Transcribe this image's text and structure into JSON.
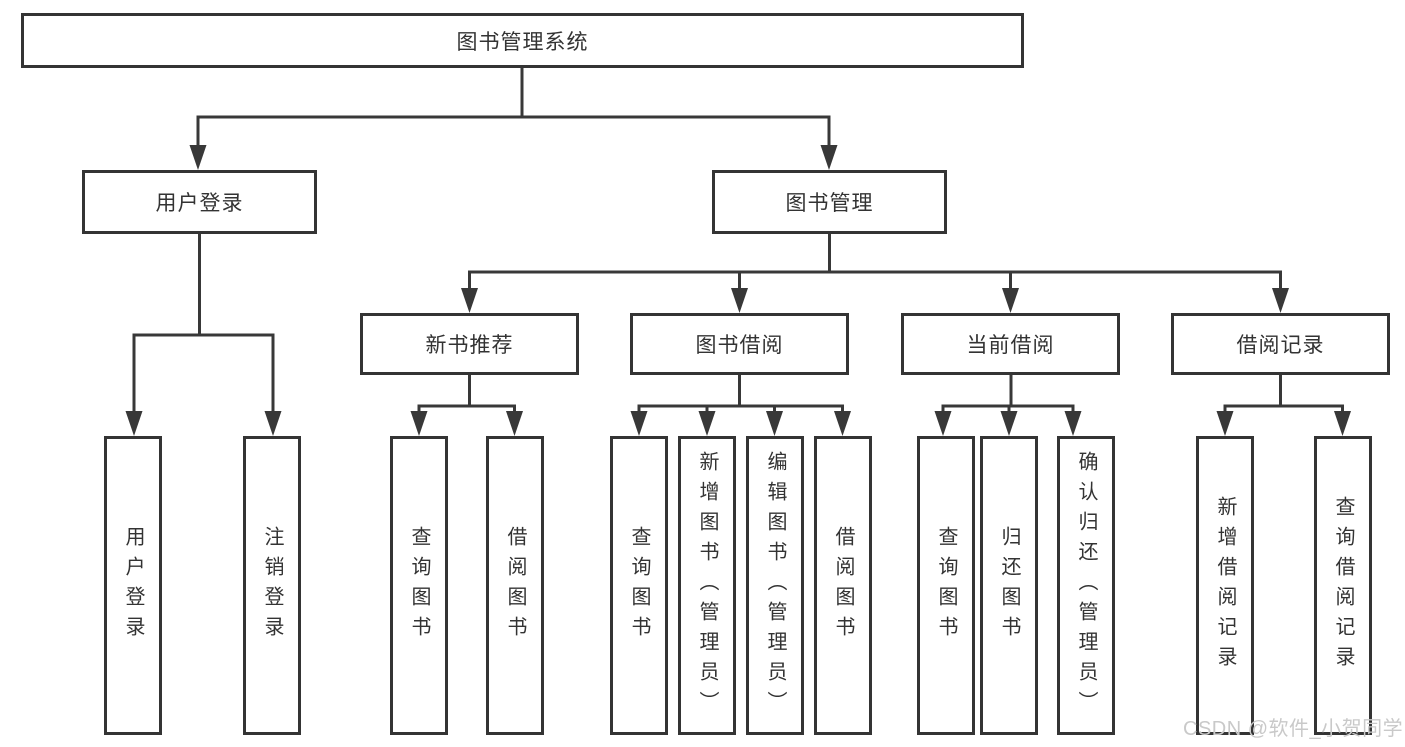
{
  "tree": {
    "label": "图书管理系统",
    "children": [
      {
        "label": "用户登录",
        "children": [
          {
            "label": "用户登录"
          },
          {
            "label": "注销登录"
          }
        ]
      },
      {
        "label": "图书管理",
        "children": [
          {
            "label": "新书推荐",
            "children": [
              {
                "label": "查询图书"
              },
              {
                "label": "借阅图书"
              }
            ]
          },
          {
            "label": "图书借阅",
            "children": [
              {
                "label": "查询图书"
              },
              {
                "label": "新增图书（管理员）"
              },
              {
                "label": "编辑图书（管理员）"
              },
              {
                "label": "借阅图书"
              }
            ]
          },
          {
            "label": "当前借阅",
            "children": [
              {
                "label": "查询图书"
              },
              {
                "label": "归还图书"
              },
              {
                "label": "确认归还（管理员）"
              }
            ]
          },
          {
            "label": "借阅记录",
            "children": [
              {
                "label": "新增借阅记录"
              },
              {
                "label": "查询借阅记录"
              }
            ]
          }
        ]
      }
    ]
  },
  "watermark": {
    "text": "CSDN @软件_小贺同学"
  },
  "colors": {
    "line": "#383838",
    "box_border": "#343434",
    "text": "#333333",
    "watermark_text": "#c9c9c9",
    "background": "#ffffff"
  }
}
